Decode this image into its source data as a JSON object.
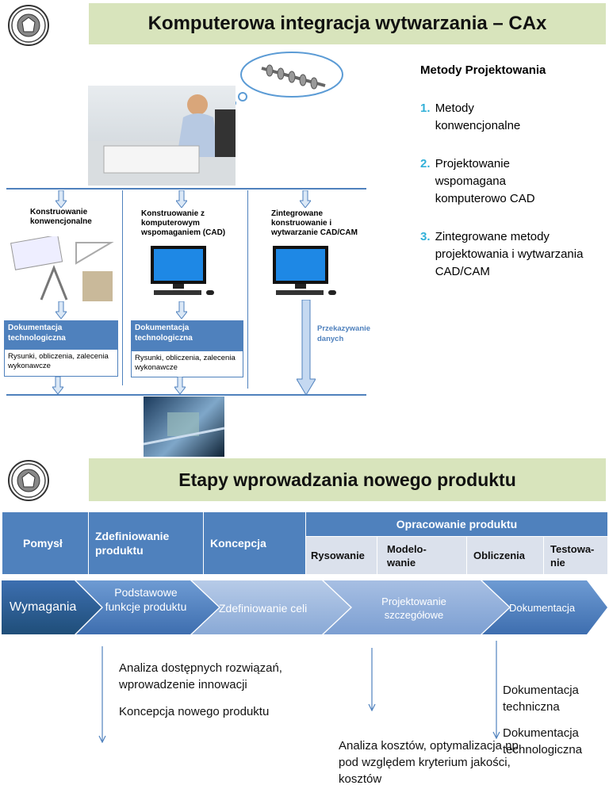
{
  "slide1": {
    "title": "Komputerowa integracja wytwarzania – CAx",
    "side_heading": "Metody Projektowania",
    "methods": [
      {
        "num": "1.",
        "text": "Metody konwencjonalne"
      },
      {
        "num": "2.",
        "text": "Projektowanie wspomagana komputerowo CAD"
      },
      {
        "num": "3.",
        "text": "Zintegrowane metody projektowania i wytwarzania CAD/CAM"
      }
    ],
    "col1": {
      "heading": "Konstruowanie konwencjonalne",
      "doc_title": "Dokumentacja technologiczna",
      "doc_body": "Rysunki, obliczenia, zalecenia wykonawcze"
    },
    "col2": {
      "heading": "Konstruowanie z komputerowym wspomaganiem (CAD)",
      "doc_title": "Dokumentacja technologiczna",
      "doc_body": "Rysunki, obliczenia, zalecenia wykonawcze"
    },
    "col3": {
      "heading": "Zintegrowane konstruowanie i wytwarzanie CAD/CAM",
      "transfer_label": "Przekazywanie danych"
    }
  },
  "slide2": {
    "title": "Etapy wprowadzania nowego produktu",
    "table": {
      "pomysl": "Pomysł",
      "zdefiniowanie": "Zdefiniowanie produktu",
      "koncepcja": "Koncepcja",
      "opracowanie": "Opracowanie produktu",
      "sub": [
        "Rysowanie",
        "Modelo-wanie",
        "Obliczenia",
        "Testowa-nie"
      ]
    },
    "arrows": [
      "Wymagania",
      "Podstawowe funkcje produktu",
      "Zdefiniowanie celi",
      "Projektowanie szczegółowe",
      "Dokumentacja"
    ],
    "notes": {
      "analiza": "Analiza dostępnych rozwiązań, wprowadzenie innowacji",
      "koncepcja": "Koncepcja nowego produktu",
      "koszty": "Analiza kosztów, optymalizacja  np. pod względem kryterium jakości, kosztów",
      "dok_tech": "Dokumentacja techniczna",
      "dok_technol": "Dokumentacja technologiczna"
    },
    "colors": {
      "dark": "#1f4e79",
      "mid": "#4f81bd",
      "light": "#dbe1ec",
      "green": "#d8e4bc"
    }
  }
}
